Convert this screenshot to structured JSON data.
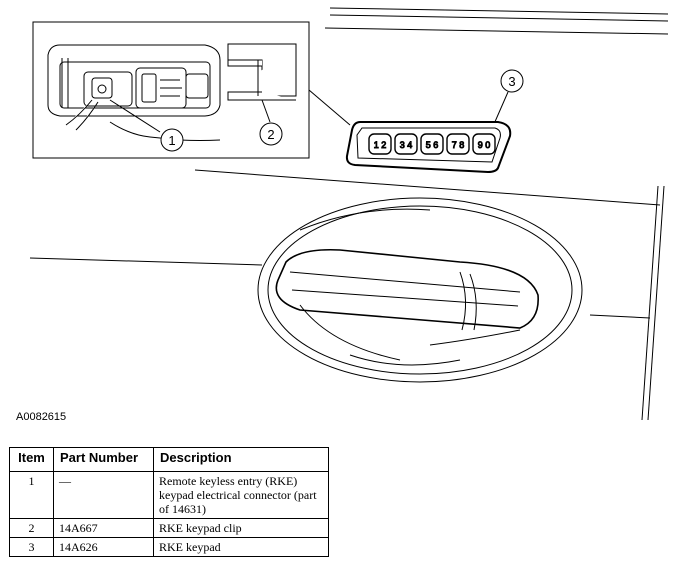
{
  "figure": {
    "id": "A0082615",
    "callouts": [
      "1",
      "2",
      "3"
    ],
    "keypad_buttons": [
      "1 2",
      "3 4",
      "5 6",
      "7 8",
      "9 0"
    ]
  },
  "table": {
    "headers": {
      "item": "Item",
      "part_number": "Part Number",
      "description": "Description"
    },
    "rows": [
      {
        "item": "1",
        "part_number": "—",
        "description": "Remote keyless entry (RKE) keypad electrical connector (part of 14631)"
      },
      {
        "item": "2",
        "part_number": "14A667",
        "description": "RKE keypad clip"
      },
      {
        "item": "3",
        "part_number": "14A626",
        "description": "RKE keypad"
      }
    ]
  }
}
